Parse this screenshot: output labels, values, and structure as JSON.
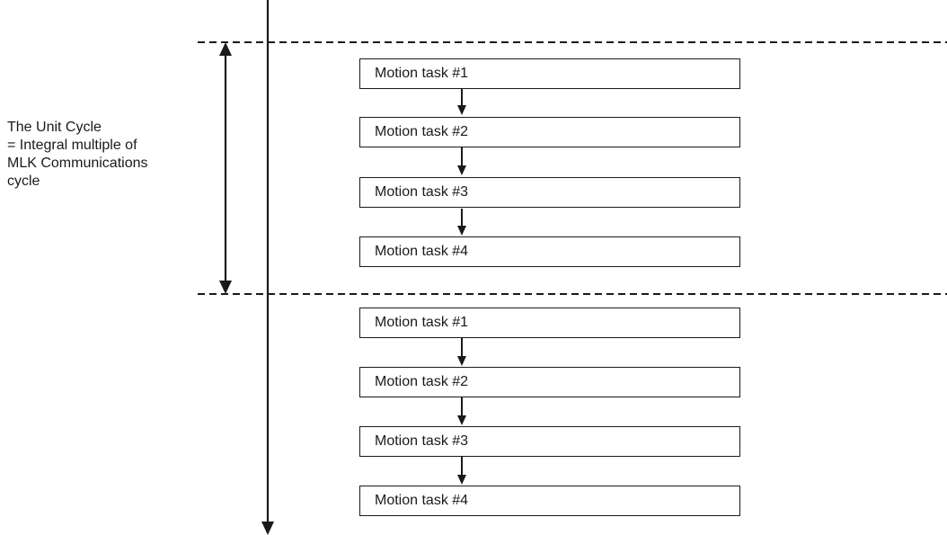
{
  "cycle_label": {
    "lines": [
      "The Unit Cycle",
      "= Integral multiple of",
      "MLK Communications",
      "cycle"
    ]
  },
  "cycles": [
    {
      "tasks": [
        "Motion task #1",
        "Motion task #2",
        "Motion task #3",
        "Motion task #4"
      ]
    },
    {
      "tasks": [
        "Motion task #1",
        "Motion task #2",
        "Motion task #3",
        "Motion task #4"
      ]
    }
  ],
  "colors": {
    "ink": "#1a1a1a",
    "background": "#ffffff"
  }
}
